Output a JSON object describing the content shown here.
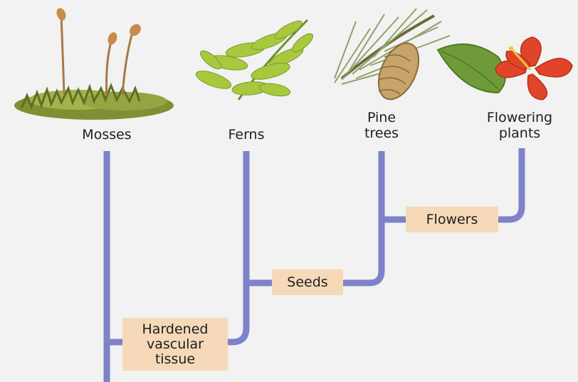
{
  "taxa": [
    {
      "label": "Mosses"
    },
    {
      "label": "Ferns"
    },
    {
      "label": "Pine\ntrees"
    },
    {
      "label": "Flowering\nplants"
    }
  ],
  "traits": [
    {
      "label": "Flowers"
    },
    {
      "label": "Seeds"
    },
    {
      "label": "Hardened\nvascular\ntissue"
    }
  ],
  "colors": {
    "branch": "#7d82c9",
    "trait_box": "#f5d9b8",
    "moss": "#8a9a3a",
    "fern": "#9cc43b",
    "pine": "#9aa86a",
    "pinecone": "#b8935a",
    "flower": "#e0452a",
    "leaf": "#6f9a3a"
  }
}
